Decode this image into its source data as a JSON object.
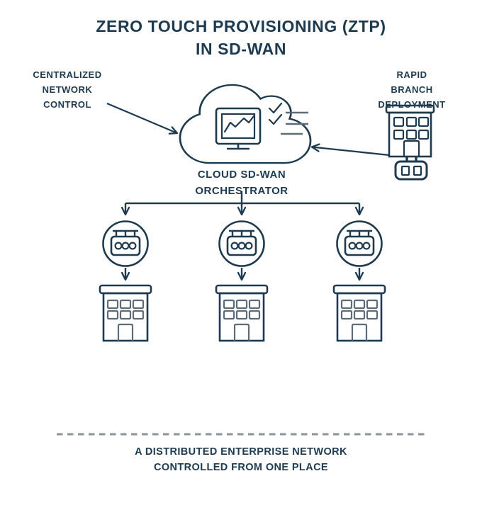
{
  "title": "ZERO TOUCH PROVISIONING (ZTP)\nIN SD-WAN",
  "labels": {
    "centralized": "CENTRALIZED\nNETWORK\nCONTROL",
    "rapid": "RAPID\nBRANCH\nDEPLOYMENT",
    "cloud": "CLOUD SD-WAN\nORCHESTRATOR",
    "footer": "A DISTRIBUTED ENTERPRISE NETWORK\nCONTROLLED FROM ONE PLACE"
  },
  "colors": {
    "ink": "#1e3a4f",
    "soft": "#5d6b76",
    "dash": "#8a939a",
    "background": "#ffffff"
  },
  "icons": {
    "cloud": "cloud-orchestrator-icon",
    "monitor": "monitor-chart-icon",
    "checklist": "checklist-icon",
    "branch_building": "branch-building-icon",
    "edge_device": "edge-device-icon",
    "router": "edge-router-icon",
    "site_building": "site-building-icon"
  }
}
